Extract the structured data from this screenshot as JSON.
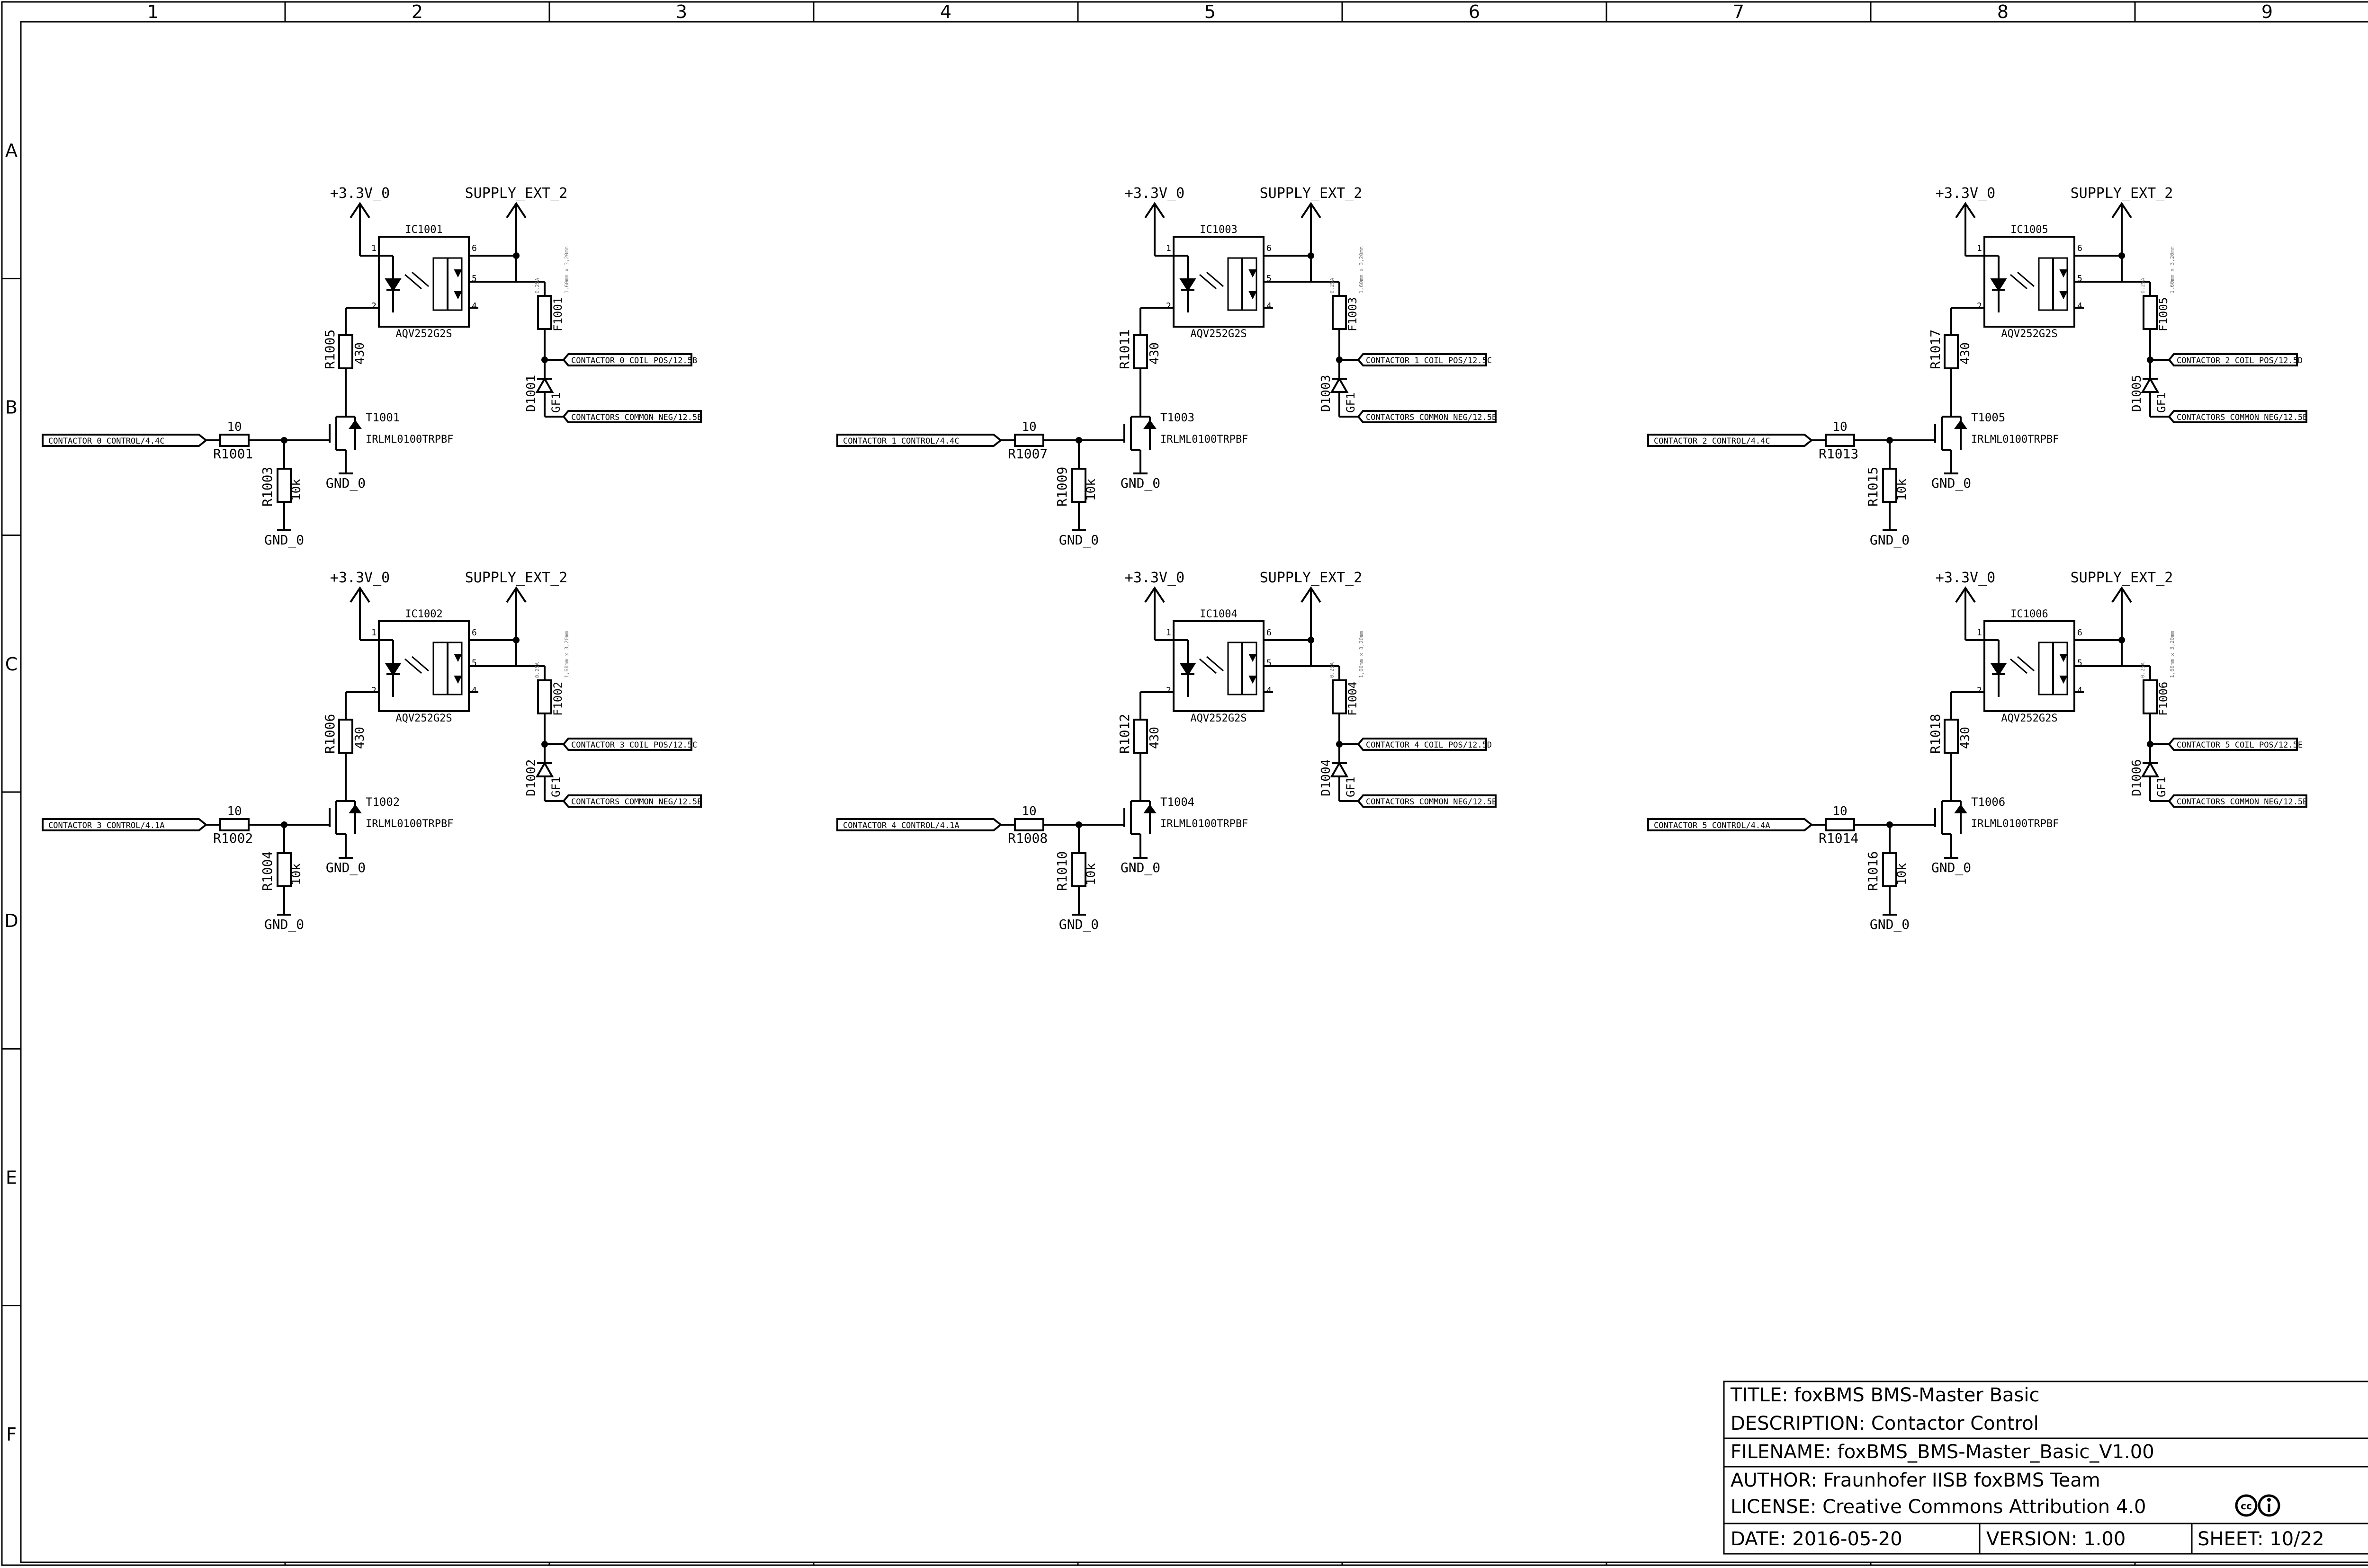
{
  "frame": {
    "columns": [
      "1",
      "2",
      "3",
      "4",
      "5",
      "6",
      "7",
      "8",
      "9"
    ],
    "rows": [
      "A",
      "B",
      "C",
      "D",
      "E",
      "F"
    ]
  },
  "power": {
    "vcc": "+3.3V_0",
    "supply": "SUPPLY_EXT_2",
    "gnd": "GND_0"
  },
  "part_values": {
    "optocoupler": "AQV252G2S",
    "mosfet": "IRLML0100TRPBF",
    "gate_resistor": "10",
    "pulldown_resistor": "10k",
    "led_resistor": "430",
    "diode": "GF1",
    "fuse_rating": "0.25A",
    "fuse_spec": "1,60mm x 3,20mm"
  },
  "common_neg_label": "CONTACTORS_COMMON_NEG/12.5B",
  "channels": [
    {
      "ic": "IC1001",
      "transistor": "T1001",
      "r_gate": "R1001",
      "r_pulldown": "R1003",
      "r_led": "R1005",
      "diode": "D1001",
      "fuse": "F1001",
      "control": "CONTACTOR_0_CONTROL/4.4C",
      "coil": "CONTACTOR_0_COIL_POS/12.5B"
    },
    {
      "ic": "IC1002",
      "transistor": "T1002",
      "r_gate": "R1002",
      "r_pulldown": "R1004",
      "r_led": "R1006",
      "diode": "D1002",
      "fuse": "F1002",
      "control": "CONTACTOR_3_CONTROL/4.1A",
      "coil": "CONTACTOR_3_COIL_POS/12.5C"
    },
    {
      "ic": "IC1003",
      "transistor": "T1003",
      "r_gate": "R1007",
      "r_pulldown": "R1009",
      "r_led": "R1011",
      "diode": "D1003",
      "fuse": "F1003",
      "control": "CONTACTOR_1_CONTROL/4.4C",
      "coil": "CONTACTOR_1_COIL_POS/12.5C"
    },
    {
      "ic": "IC1004",
      "transistor": "T1004",
      "r_gate": "R1008",
      "r_pulldown": "R1010",
      "r_led": "R1012",
      "diode": "D1004",
      "fuse": "F1004",
      "control": "CONTACTOR_4_CONTROL/4.1A",
      "coil": "CONTACTOR_4_COIL_POS/12.5D"
    },
    {
      "ic": "IC1005",
      "transistor": "T1005",
      "r_gate": "R1013",
      "r_pulldown": "R1015",
      "r_led": "R1017",
      "diode": "D1005",
      "fuse": "F1005",
      "control": "CONTACTOR_2_CONTROL/4.4C",
      "coil": "CONTACTOR_2_COIL_POS/12.5D"
    },
    {
      "ic": "IC1006",
      "transistor": "T1006",
      "r_gate": "R1014",
      "r_pulldown": "R1016",
      "r_led": "R1018",
      "diode": "D1006",
      "fuse": "F1006",
      "control": "CONTACTOR_5_CONTROL/4.4A",
      "coil": "CONTACTOR_5_COIL_POS/12.5E"
    }
  ],
  "title_block": {
    "title": "TITLE: foxBMS BMS-Master Basic",
    "description": "DESCRIPTION: Contactor Control",
    "filename": "FILENAME: foxBMS_BMS-Master_Basic_V1.00",
    "author": "AUTHOR:  Fraunhofer IISB foxBMS Team",
    "license": "LICENSE: Creative Commons Attribution 4.0",
    "date": "DATE:  2016-05-20",
    "version": "VERSION: 1.00",
    "sheet": "SHEET: 10/22"
  }
}
